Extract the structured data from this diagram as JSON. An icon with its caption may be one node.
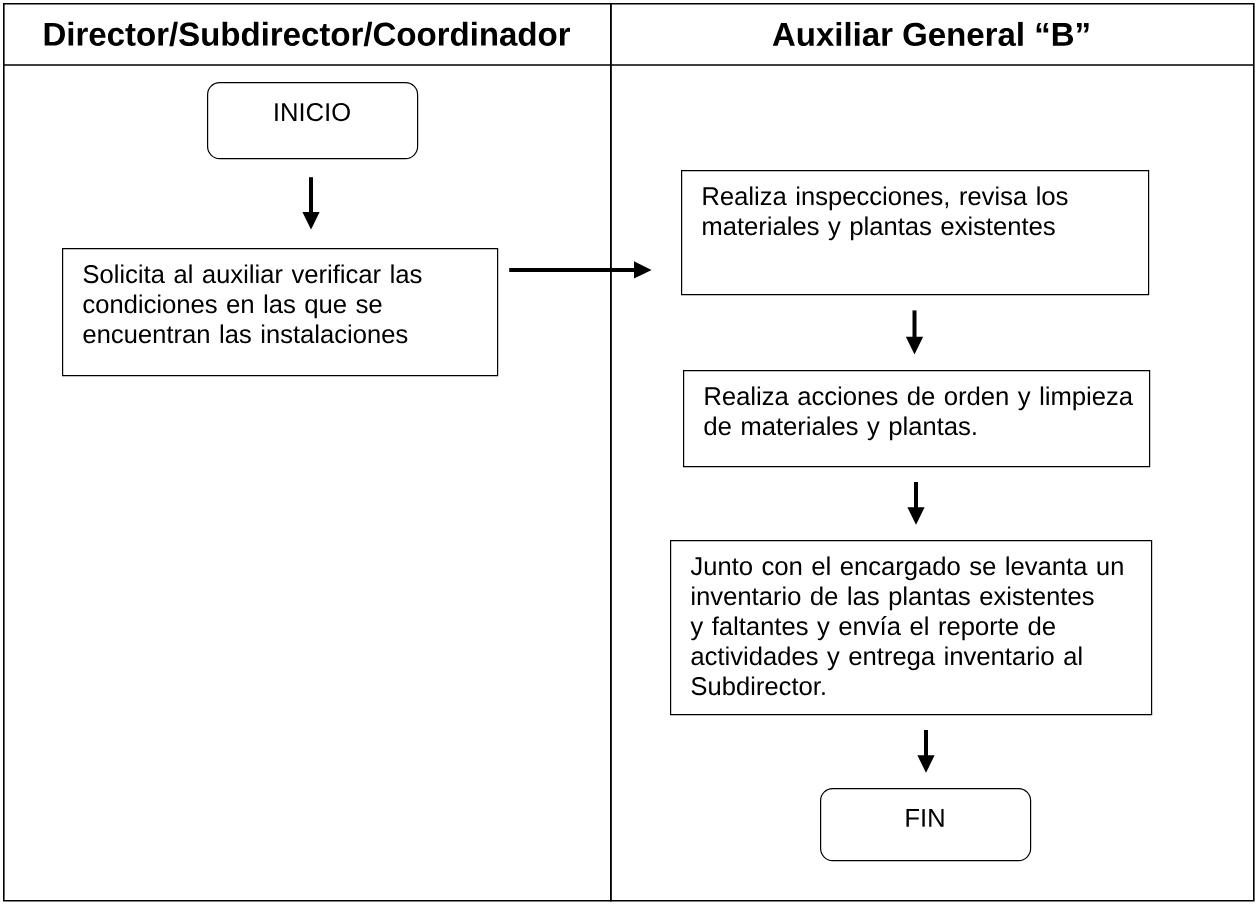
{
  "diagram": {
    "nodes": [
      {
        "text": [
          "Director/Subdirector/Coordinador"
        ]
      },
      {
        "text": [
          "Auxiliar General “B”"
        ]
      },
      {
        "text": [
          "INICIO"
        ],
        "in": 0
      },
      {
        "text": [
          "Solicita al auxiliar verificar las condiciones en las que se encuentran las instalaciones"
        ],
        "in": 0
      },
      {
        "text": [
          "Realiza inspecciones, revisa los materiales y plantas existentes"
        ],
        "in": 1
      },
      {
        "text": [
          "Realiza acciones de orden y limpieza de materiales y plantas."
        ],
        "in": 1
      },
      {
        "text": [
          "Junto con el encargado se levanta un inventario de las plantas existentes y faltantes y envía el reporte de actividades y entrega inventario al Subdirector."
        ],
        "in": 1
      },
      {
        "text": [
          "FIN"
        ],
        "in": 1
      }
    ],
    "edges": [
      {
        "from": 2,
        "to": 3,
        "arrow": "to"
      },
      {
        "from": 3,
        "to": 4,
        "arrow": "to"
      },
      {
        "from": 4,
        "to": 5,
        "arrow": "to"
      },
      {
        "from": 5,
        "to": 6,
        "arrow": "to"
      },
      {
        "from": 6,
        "to": 7,
        "arrow": "to"
      }
    ]
  }
}
